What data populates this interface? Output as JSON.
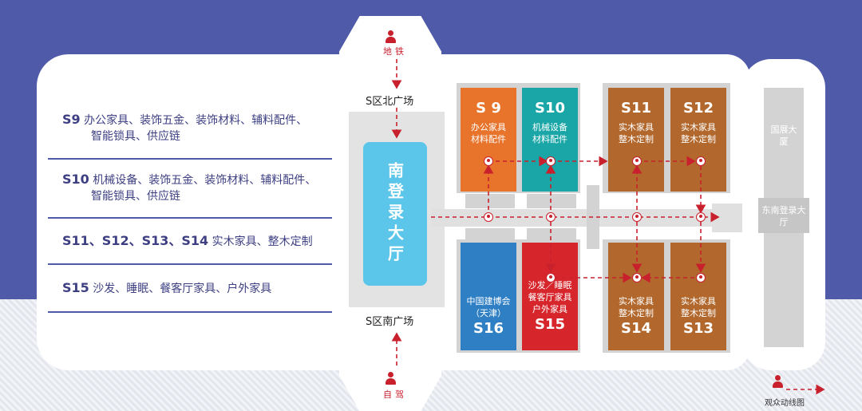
{
  "legend": [
    {
      "code": "S9",
      "text": " 办公家具、装饰五金、装饰材料、辅料配件、",
      "line2": "智能锁具、供应链"
    },
    {
      "code": "S10",
      "text": " 机械设备、装饰五金、装饰材料、辅料配件、",
      "line2": "智能锁具、供应链"
    },
    {
      "code": "S11、S12、S13、S14",
      "text": " 实木家具、整木定制",
      "line2": ""
    },
    {
      "code": "S15",
      "text": " 沙发、睡眠、餐客厅家具、户外家具",
      "line2": ""
    }
  ],
  "entries": {
    "north": "地铁",
    "south": "自驾"
  },
  "plazas": {
    "north": "S区北广场",
    "south": "S区南广场"
  },
  "lobby": "南登录大厅",
  "halls": {
    "s9": {
      "code": "S 9",
      "desc1": "办公家具",
      "desc2": "材料配件",
      "color": "#e8732a"
    },
    "s10": {
      "code": "S10",
      "desc1": "机械设备",
      "desc2": "材料配件",
      "color": "#1aa6a6"
    },
    "s11": {
      "code": "S11",
      "desc1": "实木家具",
      "desc2": "整木定制",
      "color": "#b2682d"
    },
    "s12": {
      "code": "S12",
      "desc1": "实木家具",
      "desc2": "整木定制",
      "color": "#b2682d"
    },
    "s16": {
      "code": "S16",
      "desc1": "中国建博会",
      "desc2": "（天津）",
      "color": "#2f7fc5"
    },
    "s15": {
      "code": "S15",
      "desc1": "沙发／睡眠",
      "desc2": "餐客厅家具",
      "desc3": "户外家具",
      "color": "#d6262c"
    },
    "s14": {
      "code": "S14",
      "desc1": "实木家具",
      "desc2": "整木定制",
      "color": "#b2682d"
    },
    "s13": {
      "code": "S13",
      "desc1": "实木家具",
      "desc2": "整木定制",
      "color": "#b2682d"
    }
  },
  "side": {
    "top": "国展大厦",
    "mid": "东南登录大厅"
  },
  "key": "观众动线图",
  "colors": {
    "accent": "#4f5aa8",
    "route": "#c8202c"
  }
}
